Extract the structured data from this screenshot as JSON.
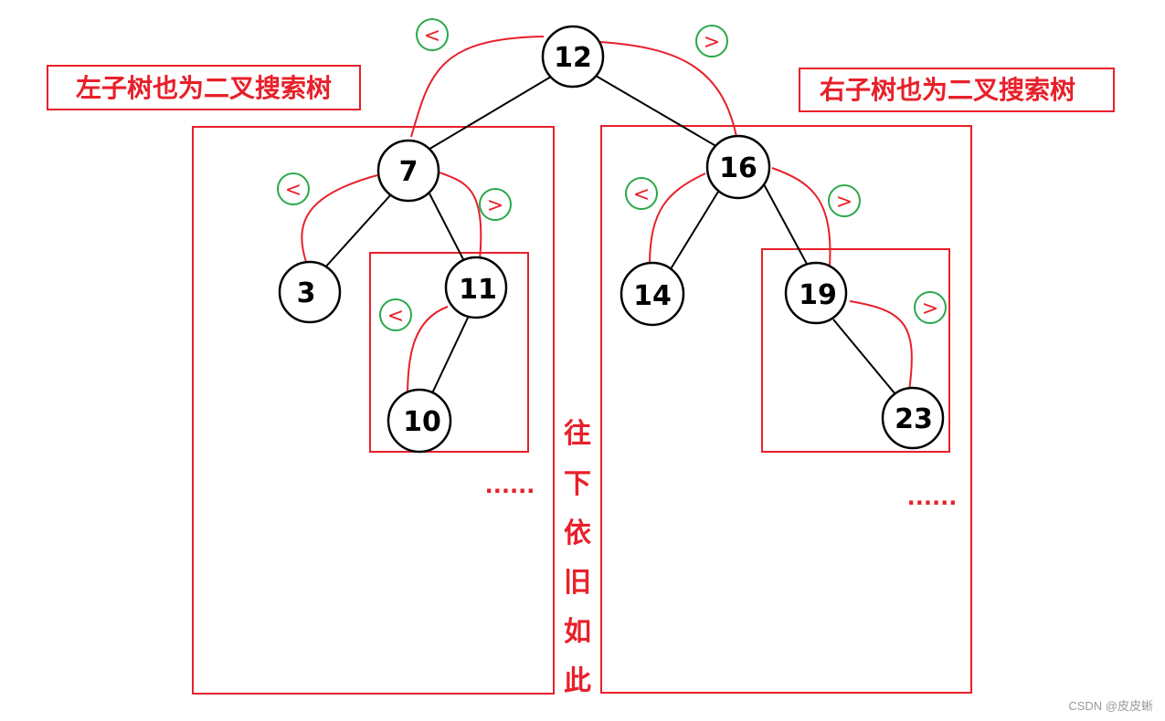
{
  "colors": {
    "edge": "#000000",
    "highlight": "#e8202a",
    "compare_circle": "#2aa84a",
    "node_fill": "#ffffff",
    "watermark": "#9a9a9a"
  },
  "labels": {
    "left_subtree": "左子树也为二叉搜索树",
    "right_subtree": "右子树也为二叉搜索树",
    "middle_vertical": [
      "往",
      "下",
      "依",
      "旧",
      "如",
      "此"
    ],
    "ellipsis": "......",
    "watermark": "CSDN @皮皮蜥"
  },
  "tree": {
    "nodes": [
      {
        "id": "n12",
        "value": "12"
      },
      {
        "id": "n7",
        "value": "7"
      },
      {
        "id": "n16",
        "value": "16"
      },
      {
        "id": "n3",
        "value": "3"
      },
      {
        "id": "n11",
        "value": "11"
      },
      {
        "id": "n10",
        "value": "10"
      },
      {
        "id": "n14",
        "value": "14"
      },
      {
        "id": "n19",
        "value": "19"
      },
      {
        "id": "n23",
        "value": "23"
      }
    ],
    "edges": [
      {
        "from": "n12",
        "to": "n7"
      },
      {
        "from": "n12",
        "to": "n16"
      },
      {
        "from": "n7",
        "to": "n3"
      },
      {
        "from": "n7",
        "to": "n11"
      },
      {
        "from": "n11",
        "to": "n10"
      },
      {
        "from": "n16",
        "to": "n14"
      },
      {
        "from": "n16",
        "to": "n19"
      },
      {
        "from": "n19",
        "to": "n23"
      }
    ],
    "comparisons": [
      {
        "id": "c1",
        "symbol": "<",
        "relation": "n7 < n12"
      },
      {
        "id": "c2",
        "symbol": ">",
        "relation": "n16 > n12"
      },
      {
        "id": "c3",
        "symbol": "<",
        "relation": "n3 < n7"
      },
      {
        "id": "c4",
        "symbol": ">",
        "relation": "n11 > n7"
      },
      {
        "id": "c5",
        "symbol": "<",
        "relation": "n10 < n11"
      },
      {
        "id": "c6",
        "symbol": "<",
        "relation": "n14 < n16"
      },
      {
        "id": "c7",
        "symbol": ">",
        "relation": "n19 > n16"
      },
      {
        "id": "c8",
        "symbol": ">",
        "relation": "n23 > n19"
      }
    ]
  }
}
